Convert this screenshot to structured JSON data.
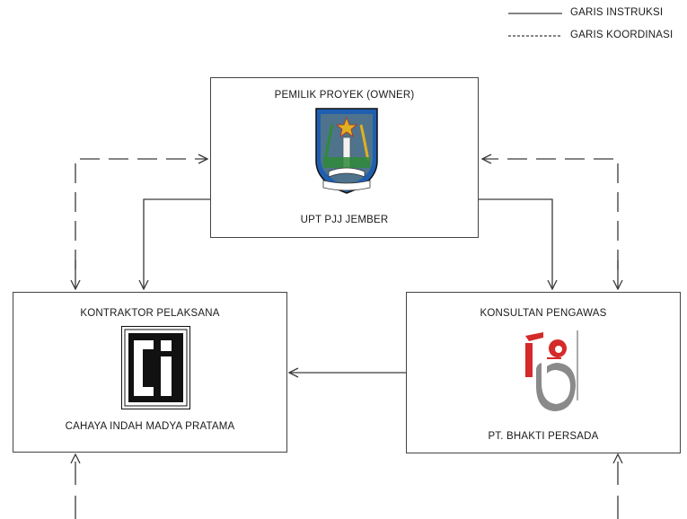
{
  "legend": {
    "solid_label": "GARIS INSTRUKSI",
    "dashed_label": "GARIS KOORDINASI"
  },
  "owner": {
    "heading": "PEMILIK PROYEK (OWNER)",
    "name": "UPT PJJ JEMBER",
    "logo_icon": "east-java-provincial-emblem"
  },
  "contractor": {
    "heading": "KONTRAKTOR PELAKSANA",
    "name": "CAHAYA INDAH MADYA PRATAMA",
    "logo_icon": "ci-logo"
  },
  "consultant": {
    "heading": "KONSULTAN PENGAWAS",
    "name": "PT. BHAKTI PERSADA",
    "logo_icon": "bhakti-persada-logo"
  },
  "colors": {
    "line": "#3a3a3a",
    "logo_red": "#d42a2a",
    "logo_grey": "#8a8a8a",
    "emblem_blue": "#1f5fb0",
    "emblem_gold": "#e0b020",
    "emblem_green": "#2e8a3a"
  }
}
